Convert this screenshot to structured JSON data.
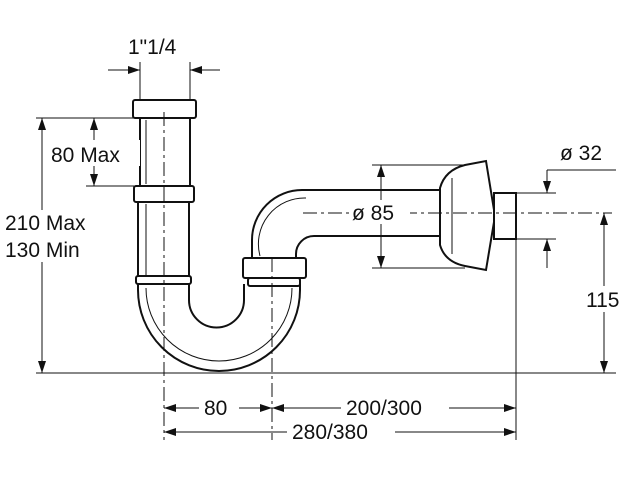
{
  "labels": {
    "top_diameter": "1\"1/4",
    "upper_height": "80 Max",
    "height_max": "210 Max",
    "height_min": "130 Min",
    "outlet_diameter": "ø 32",
    "trap_diameter": "ø 85",
    "outlet_height": "115",
    "trap_width": "80",
    "horizontal_reach": "200/300",
    "total_reach": "280/380"
  }
}
